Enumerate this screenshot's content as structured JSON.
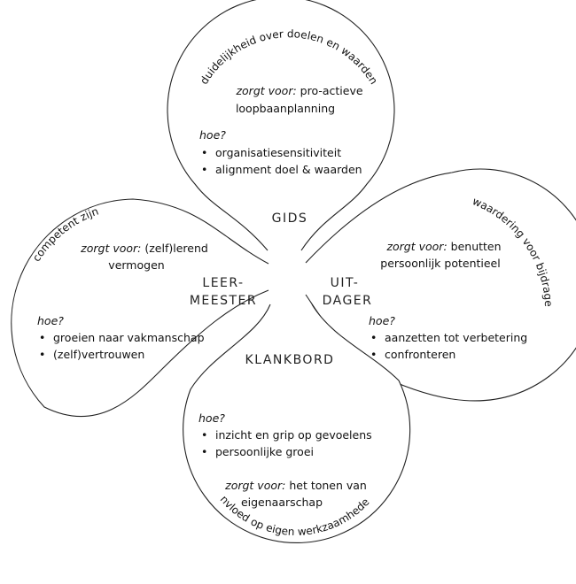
{
  "petals": {
    "gids": {
      "arc": "duidelijkheid over doelen en waarden",
      "zorgt_label": "zorgt voor:",
      "zorgt_line1": "pro-actieve",
      "zorgt_line2": "loopbaanplanning",
      "hoe": "hoe?",
      "bullets": [
        "organisatiesensitiviteit",
        "alignment doel & waarden"
      ],
      "role": "GIDS"
    },
    "leermeester": {
      "arc": "competent zijn",
      "zorgt_label": "zorgt voor:",
      "zorgt_line1": "(zelf)lerend",
      "zorgt_line2": "vermogen",
      "hoe": "hoe?",
      "bullets": [
        "groeien naar vakmanschap",
        "(zelf)vertrouwen"
      ],
      "role_line1": "LEER-",
      "role_line2": "MEESTER"
    },
    "uitdager": {
      "arc": "waardering voor bijdrage",
      "zorgt_label": "zorgt voor:",
      "zorgt_line1": "benutten",
      "zorgt_line2": "persoonlijk potentieel",
      "hoe": "hoe?",
      "bullets": [
        "aanzetten tot verbetering",
        "confronteren"
      ],
      "role_line1": "UIT-",
      "role_line2": "DAGER"
    },
    "klankbord": {
      "arc": "invloed op eigen werkzaamheden",
      "zorgt_label": "zorgt voor:",
      "zorgt_line1": "het tonen van",
      "zorgt_line2": "eigenaarschap",
      "hoe": "hoe?",
      "bullets": [
        "inzicht en grip op gevoelens",
        "persoonlijke groei"
      ],
      "role": "KLANKBORD"
    }
  },
  "bullet_symbol": "•"
}
